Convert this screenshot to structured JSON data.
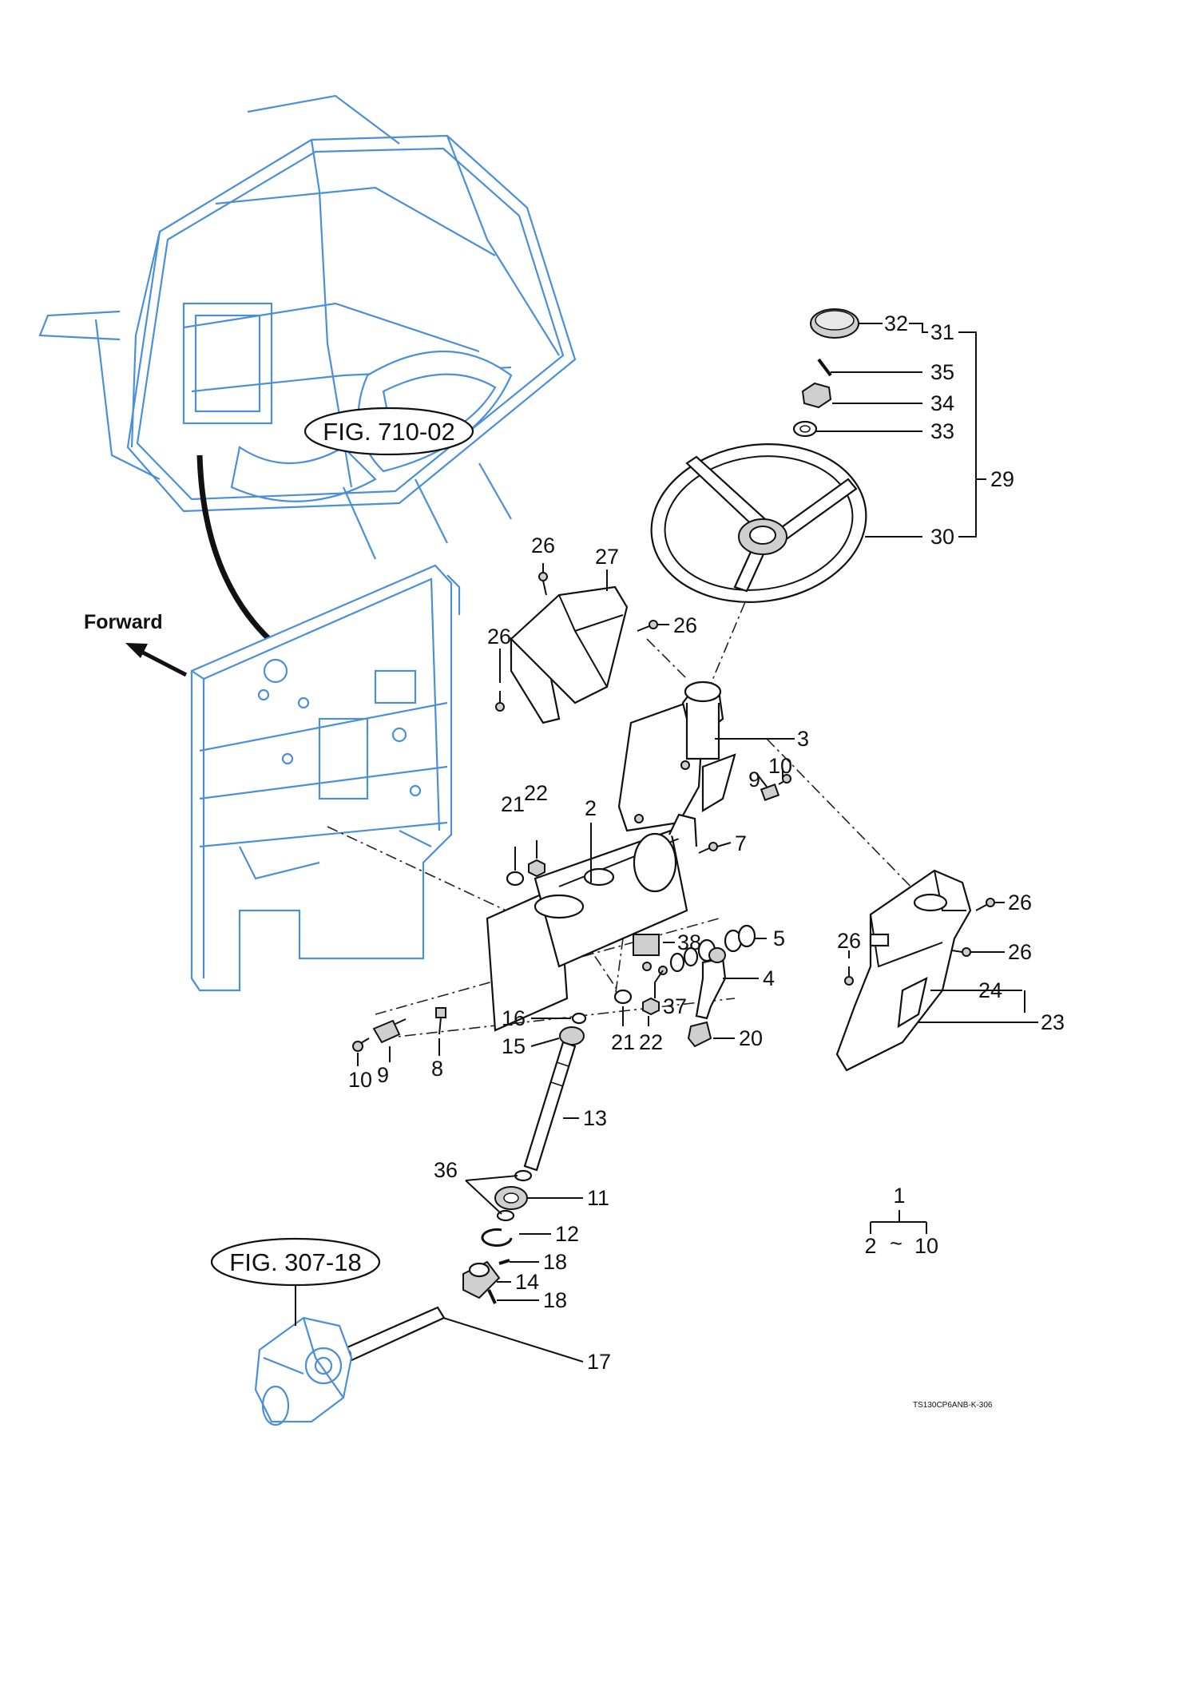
{
  "figure_refs": {
    "cab": "FIG. 710-02",
    "gearbox": "FIG. 307-18"
  },
  "direction_label": "Forward",
  "drawing_code": "TS130CP6ANB-K-306",
  "legend": {
    "top": "1",
    "from": "2",
    "tilde": "~",
    "to": "10"
  },
  "callouts": {
    "c32": "32",
    "c31": "31",
    "c35": "35",
    "c34": "34",
    "c33": "33",
    "c29": "29",
    "c30": "30",
    "c26a": "26",
    "c27": "27",
    "c26b": "26",
    "c26c": "26",
    "c3": "3",
    "c9a": "9",
    "c10a": "10",
    "c7": "7",
    "c21a": "21",
    "c22a": "22",
    "c2": "2",
    "c26d": "26",
    "c26e": "26",
    "c26f": "26",
    "c38": "38",
    "c5": "5",
    "c4": "4",
    "c24": "24",
    "c23": "23",
    "c16": "16",
    "c37": "37",
    "c15": "15",
    "c21b": "21",
    "c22b": "22",
    "c20": "20",
    "c10b": "10",
    "c9b": "9",
    "c8": "8",
    "c13": "13",
    "c36": "36",
    "c11": "11",
    "c12": "12",
    "c18a": "18",
    "c14": "14",
    "c18b": "18",
    "c17": "17"
  }
}
